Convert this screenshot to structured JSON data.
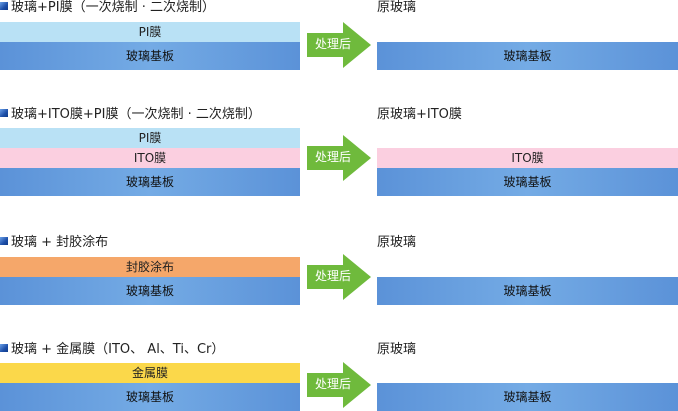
{
  "colors": {
    "glass": "#6aa2e1",
    "pi_film": "#b9e1f5",
    "ito_film": "#fbcfe0",
    "sealant": "#f5a76a",
    "metal_film": "#fbd84a",
    "arrow": "#6fba3c"
  },
  "arrow_label": "处理后",
  "rows": [
    {
      "before_title": "玻璃+PI膜（一次烧制 · 二次烧制）",
      "before_layers": [
        "PI膜",
        "玻璃基板"
      ],
      "after_title": "原玻璃",
      "after_layers": [
        "玻璃基板"
      ]
    },
    {
      "before_title": "玻璃+ITO膜+PI膜（一次烧制 · 二次烧制）",
      "before_layers": [
        "PI膜",
        "ITO膜",
        "玻璃基板"
      ],
      "after_title": "原玻璃+ITO膜",
      "after_layers": [
        "ITO膜",
        "玻璃基板"
      ]
    },
    {
      "before_title": "玻璃 + 封胶涂布",
      "before_layers": [
        "封胶涂布",
        "玻璃基板"
      ],
      "after_title": "原玻璃",
      "after_layers": [
        "玻璃基板"
      ]
    },
    {
      "before_title": "玻璃 + 金属膜（ITO、 Al、Ti、Cr）",
      "before_layers": [
        "金属膜",
        "玻璃基板"
      ],
      "after_title": "原玻璃",
      "after_layers": [
        "玻璃基板"
      ]
    }
  ]
}
